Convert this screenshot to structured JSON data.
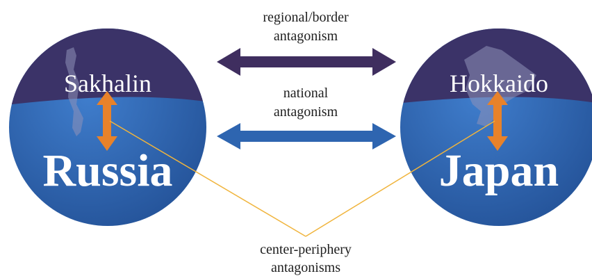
{
  "top_arrow": {
    "line1": "regional/border",
    "line2": "antagonism",
    "color": "#3f2e5f"
  },
  "middle_arrow": {
    "line1": "national",
    "line2": "antagonism",
    "color": "#2e65b0"
  },
  "bottom_label": {
    "line1": "center-periphery",
    "line2": "antagonisms"
  },
  "left_globe": {
    "region": "Sakhalin",
    "country": "Russia"
  },
  "right_globe": {
    "region": "Hokkaido",
    "country": "Japan"
  },
  "colors": {
    "globe_blue": "#2d62ad",
    "globe_dark_cap": "#3b3368",
    "orange_arrow": "#e8822a",
    "connector_line": "#f0b43c",
    "text": "#1e1e1e"
  }
}
